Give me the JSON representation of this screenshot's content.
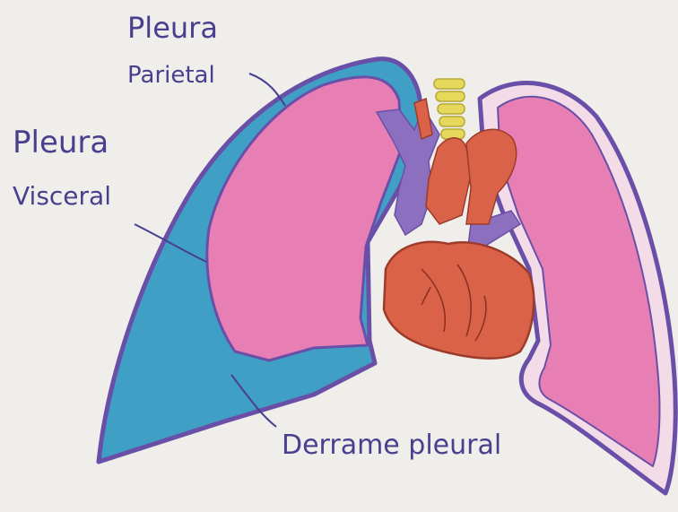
{
  "labels": {
    "pleura_parietal_line1": "Pleura",
    "pleura_parietal_line2": "Parietal",
    "pleura_visceral_line1": "Pleura",
    "pleura_visceral_line2": "Visceral",
    "derrame_pleural": "Derrame pleural"
  },
  "colors": {
    "paper": "#efeeea",
    "outline": "#6a4fa8",
    "effusion": "#3f9fc4",
    "lung": "#e77fb4",
    "heart": "#d96248",
    "vessels": "#8c6fbe",
    "trachea": "#e6d85a",
    "ink": "#4a3f8f"
  }
}
